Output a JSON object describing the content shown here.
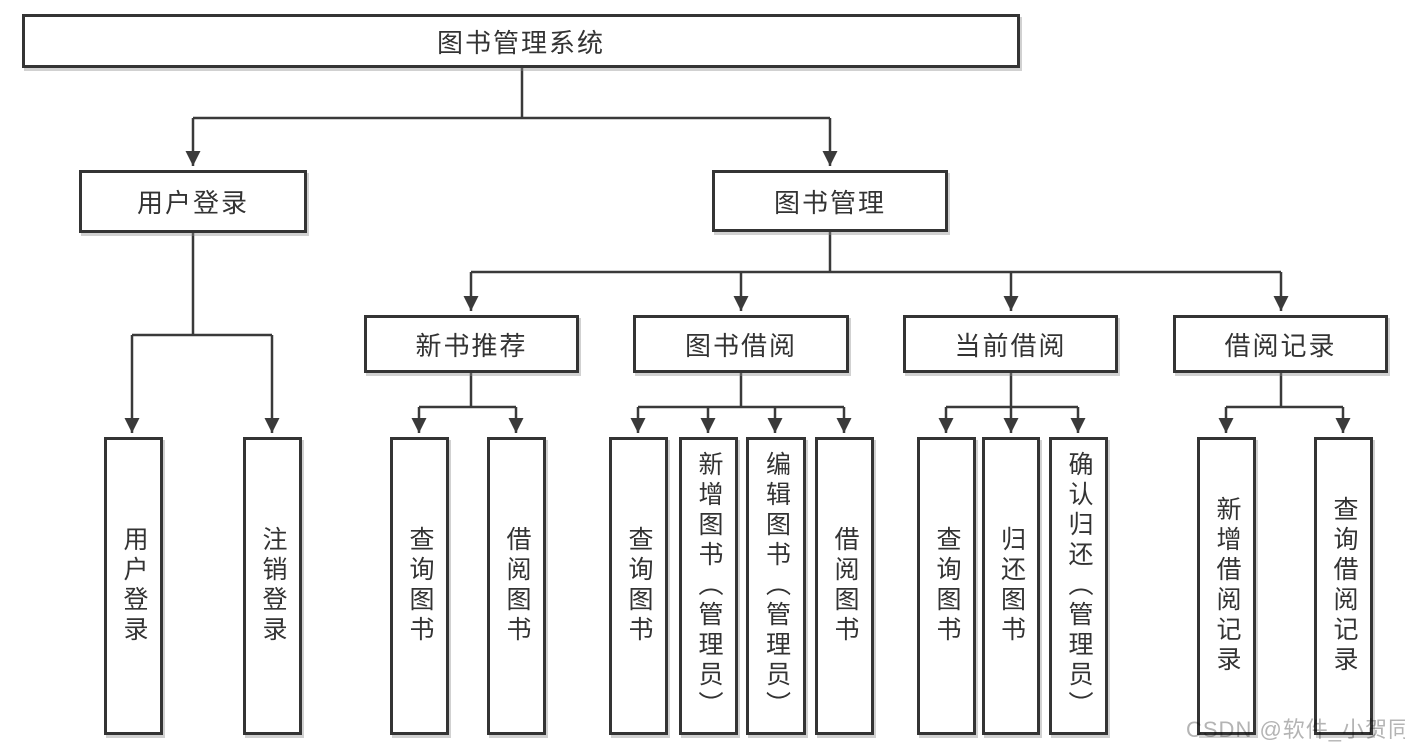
{
  "tree": {
    "root": {
      "label": "图书管理系统"
    },
    "branches": [
      {
        "label": "用户登录",
        "children": [
          {
            "label": "用户登录"
          },
          {
            "label": "注销登录"
          }
        ]
      },
      {
        "label": "图书管理",
        "children": [
          {
            "label": "新书推荐",
            "children": [
              {
                "label": "查询图书"
              },
              {
                "label": "借阅图书"
              }
            ]
          },
          {
            "label": "图书借阅",
            "children": [
              {
                "label": "查询图书"
              },
              {
                "label": "新增图书（管理员）"
              },
              {
                "label": "编辑图书（管理员）"
              },
              {
                "label": "借阅图书"
              }
            ]
          },
          {
            "label": "当前借阅",
            "children": [
              {
                "label": "查询图书"
              },
              {
                "label": "归还图书"
              },
              {
                "label": "确认归还（管理员）"
              }
            ]
          },
          {
            "label": "借阅记录",
            "children": [
              {
                "label": "新增借阅记录"
              },
              {
                "label": "查询借阅记录"
              }
            ]
          }
        ]
      }
    ]
  },
  "watermark": "CSDN @软件_小贺同学",
  "colors": {
    "line": "#3a3a3a",
    "border": "#343434",
    "text": "#333333",
    "watermark": "#b4b4b4",
    "background": "#ffffff"
  }
}
